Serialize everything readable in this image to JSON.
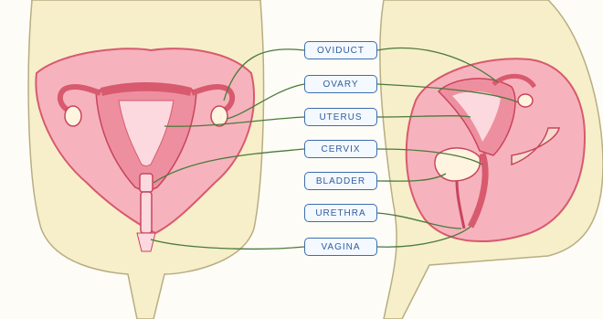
{
  "labels": [
    {
      "key": "oviduct",
      "text": "OVIDUCT"
    },
    {
      "key": "ovary",
      "text": "OVARY"
    },
    {
      "key": "uterus",
      "text": "UTERUS"
    },
    {
      "key": "cervix",
      "text": "CERVIX"
    },
    {
      "key": "bladder",
      "text": "BLADDER"
    },
    {
      "key": "urethra",
      "text": "URETHRA"
    },
    {
      "key": "vagina",
      "text": "VAGINA"
    }
  ],
  "colors": {
    "skin": "#f6efc9",
    "organ_light": "#f6b3bd",
    "organ_dark": "#d85a6e",
    "label_border": "#3c6fae",
    "leader_line": "#4a7a3a"
  }
}
